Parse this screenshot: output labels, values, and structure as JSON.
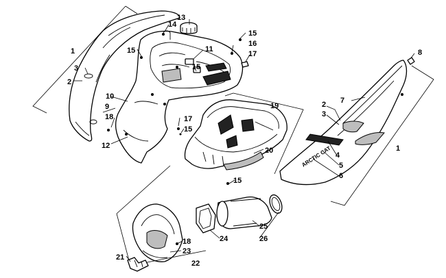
{
  "diagram": {
    "decal_text": "ARCTIC CAT",
    "callouts": [
      {
        "id": "c1a",
        "label": "1"
      },
      {
        "id": "c1b",
        "label": "1"
      },
      {
        "id": "c2a",
        "label": "2"
      },
      {
        "id": "c2b",
        "label": "2"
      },
      {
        "id": "c3a",
        "label": "3"
      },
      {
        "id": "c3b",
        "label": "3"
      },
      {
        "id": "c4",
        "label": "4"
      },
      {
        "id": "c5",
        "label": "5"
      },
      {
        "id": "c6",
        "label": "6"
      },
      {
        "id": "c7",
        "label": "7"
      },
      {
        "id": "c8",
        "label": "8"
      },
      {
        "id": "c9",
        "label": "9"
      },
      {
        "id": "c10",
        "label": "10"
      },
      {
        "id": "c11",
        "label": "11"
      },
      {
        "id": "c12",
        "label": "12"
      },
      {
        "id": "c13",
        "label": "13"
      },
      {
        "id": "c14",
        "label": "14"
      },
      {
        "id": "c15a",
        "label": "15"
      },
      {
        "id": "c15b",
        "label": "15"
      },
      {
        "id": "c15c",
        "label": "15"
      },
      {
        "id": "c15d",
        "label": "15"
      },
      {
        "id": "c15e",
        "label": "15"
      },
      {
        "id": "c16",
        "label": "16"
      },
      {
        "id": "c17a",
        "label": "17"
      },
      {
        "id": "c17b",
        "label": "17"
      },
      {
        "id": "c18a",
        "label": "18"
      },
      {
        "id": "c18b",
        "label": "18"
      },
      {
        "id": "c19",
        "label": "19"
      },
      {
        "id": "c20",
        "label": "20"
      },
      {
        "id": "c21",
        "label": "21"
      },
      {
        "id": "c22",
        "label": "22"
      },
      {
        "id": "c23",
        "label": "23"
      },
      {
        "id": "c24",
        "label": "24"
      },
      {
        "id": "c25",
        "label": "25"
      },
      {
        "id": "c26",
        "label": "26"
      }
    ]
  }
}
